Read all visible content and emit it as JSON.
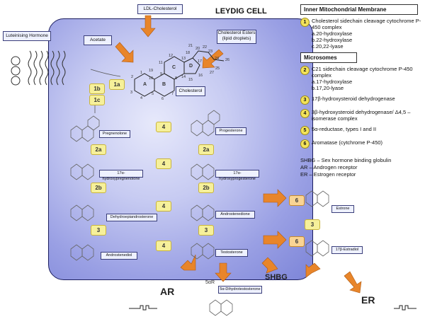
{
  "diagram": {
    "title": "LEYDIG CELL",
    "ldl_label": "LDL-Cholesterol",
    "lh_label": "Luteinising Hormone",
    "acetate_label": "Acetate",
    "chol_esters_label": "Cholesterol Esters (lipid droplets)",
    "cholesterol_label": "Cholesterol",
    "ring_letters": [
      "A",
      "B",
      "C",
      "D"
    ],
    "carbon_numbers": [
      "1",
      "2",
      "3",
      "4",
      "5",
      "6",
      "7",
      "8",
      "9",
      "10",
      "11",
      "12",
      "13",
      "14",
      "15",
      "16",
      "17",
      "18",
      "19",
      "20",
      "21",
      "22",
      "23",
      "24",
      "25",
      "26",
      "27"
    ],
    "compounds": {
      "pregnenolone": "Pregnenolone",
      "progesterone": "Progesterone",
      "oh_pregnenolone": "17α-hydroxypregnenolone",
      "oh_progesterone": "17α-hydroxyprogesterone",
      "dhea": "Dehydroepiandrosterone",
      "androstenedione": "Androstenedione",
      "androstenediol": "Androstenediol",
      "testosterone": "Testosterone",
      "estrone": "Estrone",
      "estradiol": "17β-Estradiol",
      "dht": "5α-Dihydrotestosterone"
    },
    "badges": {
      "b1a": "1a",
      "b1b": "1b",
      "b1c": "1c",
      "b2a_1": "2a",
      "b2a_2": "2a",
      "b2b_1": "2b",
      "b2b_2": "2b",
      "b4_1": "4",
      "b4_2": "4",
      "b4_3": "4",
      "b4_4": "4",
      "b3_1": "3",
      "b3_2": "3",
      "b3_3": "3",
      "b6_1": "6",
      "b6_2": "6"
    },
    "five_ar": "5αR",
    "outputs": {
      "ar": "AR",
      "shbg": "SHBG",
      "er": "ER"
    }
  },
  "legend": {
    "mito_header": "Inner Mitochondrial Membrane",
    "item1_num": "1",
    "item1_text": "Cholesterol sidechain cleavage cytochrome P-450 complex",
    "item1_a": "a.20-hydroxylase",
    "item1_b": "b.22-hydroxylase",
    "item1_c": "c.20,22-lyase",
    "micro_header": "Microsomes",
    "item2_num": "2",
    "item2_text": "C21 sidechain cleavage cytochrome P-450 complex",
    "item2_a": "a.17-hydroxylase",
    "item2_b": "b.17,20-lyase",
    "item3_num": "3",
    "item3_text": "17β-hydroxysteroid dehydrogenase",
    "item4_num": "4",
    "item4_text": "3β-hydroxysteroid dehydrogenase/ Δ4,5 –isomerase complex",
    "item5_num": "5",
    "item5_text": "5α-reductase, types I and II",
    "item6_num": "6",
    "item6_text": "Aromatase (cytchrome P-450)",
    "abbr1": "SHBG – Sex hormone binding globulin",
    "abbr2": "AR – Androgen receptor",
    "abbr3": "ER – Estrogen receptor"
  },
  "colors": {
    "cell_fill": "#9aa0e4",
    "arrow": "#e8852a",
    "badge": "#f6f09a",
    "legend_circle": "#f3e35a"
  }
}
